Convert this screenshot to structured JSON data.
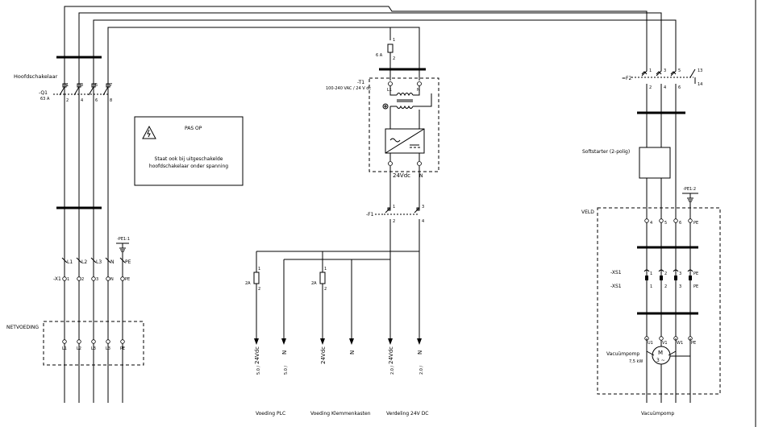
{
  "main_switch": {
    "title": "Hoofdschakelaar",
    "tag": "-Q1",
    "rating": "63 A",
    "top_nums": [
      "1",
      "3",
      "5",
      "7"
    ],
    "bot_nums": [
      "2",
      "4",
      "6",
      "8"
    ]
  },
  "warning": {
    "heading": "PAS OP",
    "line1": "Staat ook bij uitgeschakelde",
    "line2": "hoofdschakelaar onder spanning"
  },
  "pe_left": "-PE1:1",
  "x1": {
    "tag": "-X1",
    "labels": [
      "L1",
      "L2",
      "L3",
      "N",
      "PE"
    ],
    "nums": [
      "1",
      "2",
      "3",
      "N",
      "PE"
    ]
  },
  "mains_box": {
    "title": "NETVOEDING",
    "labels": [
      "L1",
      "L2",
      "L3",
      "L3",
      "PE"
    ]
  },
  "fuse_top": {
    "rating": "6 A",
    "n1": "1",
    "n2": "2"
  },
  "transformer": {
    "tag": "-T1",
    "spec": "100-240 VAC / 24 V dc",
    "in1": "L1",
    "in2": "N",
    "out_label": "24Vdc",
    "out_n": "N"
  },
  "breaker_f1": {
    "tag": "-F1",
    "top": [
      "1",
      "3"
    ],
    "bot": [
      "2",
      "4"
    ]
  },
  "small_fuses": [
    {
      "rating": "2A",
      "n1": "1",
      "n2": "2"
    },
    {
      "rating": "2A",
      "n1": "1",
      "n2": "2"
    }
  ],
  "outputs": [
    {
      "ref": "5.0 /",
      "label": "24Vdc"
    },
    {
      "ref": "5.0 /",
      "label": "N"
    },
    {
      "ref": "",
      "label": "24Vdc"
    },
    {
      "ref": "",
      "label": "N"
    },
    {
      "ref": "2.0 /",
      "label": "24Vdc"
    },
    {
      "ref": "2.0 /",
      "label": "N"
    }
  ],
  "group_labels": [
    "Voeding PLC",
    "Voeding Klemmenkasten",
    "Verdeling 24V DC"
  ],
  "f2": {
    "tag": "=F2",
    "top": [
      "1",
      "3",
      "5"
    ],
    "bot": [
      "2",
      "4",
      "6"
    ],
    "aux_top": "13",
    "aux_bot": "14"
  },
  "softstarter": {
    "label": "Softstarter (2-polig)"
  },
  "pe_right": "-PE1:2",
  "field": {
    "title": "VELD",
    "terms": [
      "4",
      "5",
      "6",
      "PE"
    ]
  },
  "xs1": {
    "tag_top": "-XS1",
    "tag_bot": "-XS1",
    "nums": [
      "1",
      "2",
      "3",
      "PE"
    ]
  },
  "motor_terms": [
    "U1",
    "V1",
    "W1",
    "PE"
  ],
  "motor": {
    "name": "Vacuümpomp",
    "power": "7,5 kW",
    "symbol_m": "M",
    "symbol_3": "3 ~"
  },
  "footer_right": "Vacuümpomp"
}
